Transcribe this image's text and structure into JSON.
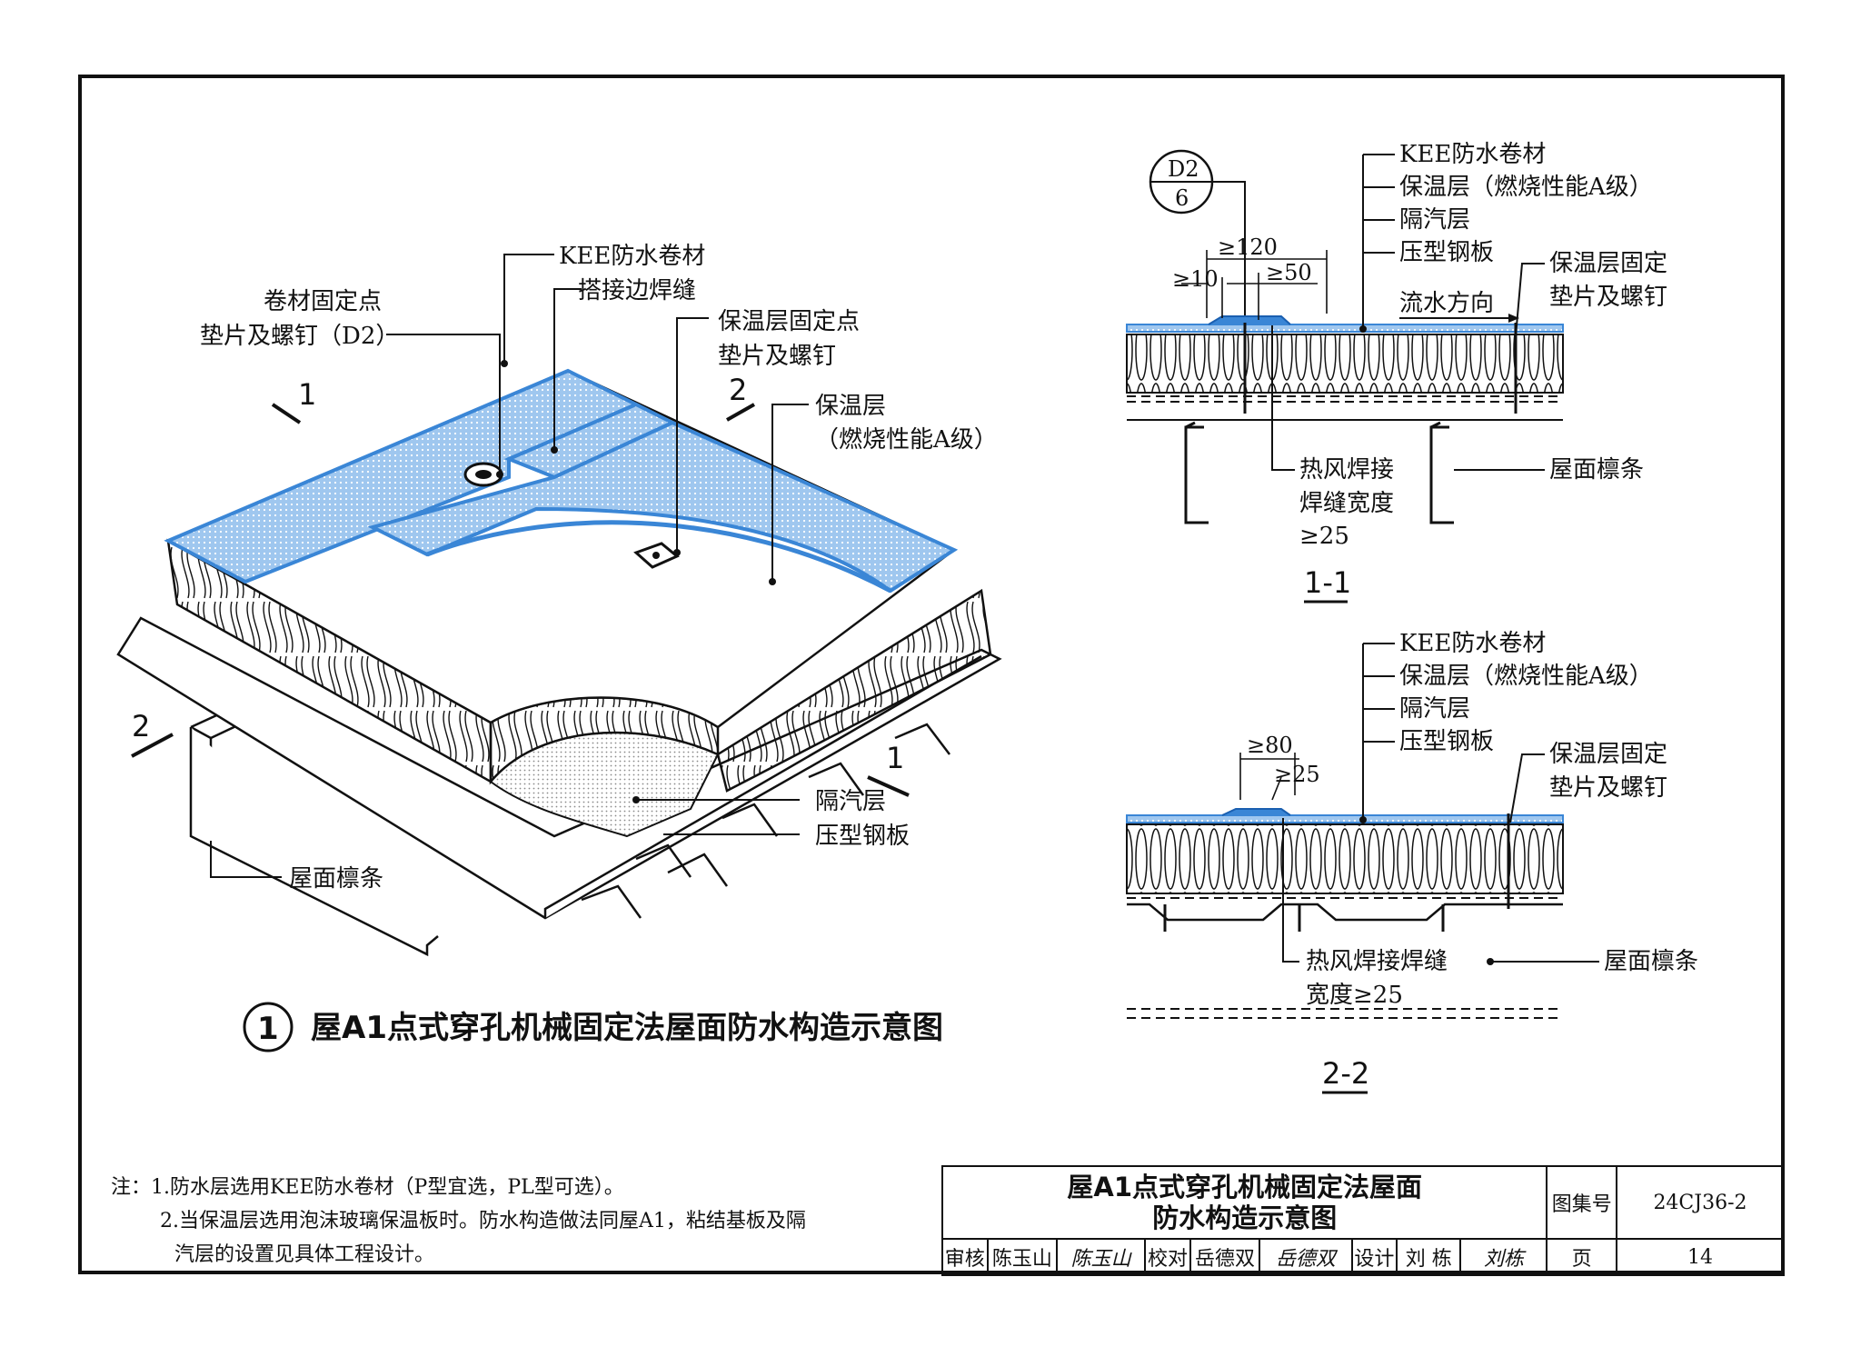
{
  "iso": {
    "labels": {
      "kee": "KEE防水卷材",
      "weld_seam": "搭接边焊缝",
      "fix_point_l1": "卷材固定点",
      "fix_point_l2": "垫片及螺钉（D2）",
      "ins_fix_l1": "保温层固定点",
      "ins_fix_l2": "垫片及螺钉",
      "insulation_l1": "保温层",
      "insulation_l2": "（燃烧性能A级）",
      "vapor": "隔汽层",
      "deck": "压型钢板",
      "purlin": "屋面檩条"
    },
    "cut_marks": [
      "1",
      "2",
      "2",
      "1"
    ],
    "caption_number": "1",
    "caption": "屋A1点式穿孔机械固定法屋面防水构造示意图"
  },
  "sec1": {
    "ref_top": "D2",
    "ref_bottom": "6",
    "dim_120": "≥120",
    "dim_10": "≥10",
    "dim_50": "≥50",
    "layers": [
      "KEE防水卷材",
      "保温层（燃烧性能A级）",
      "隔汽层",
      "压型钢板"
    ],
    "flow": "流水方向",
    "ins_fix_l1": "保温层固定",
    "ins_fix_l2": "垫片及螺钉",
    "hot_weld_l1": "热风焊接",
    "hot_weld_l2": "焊缝宽度",
    "hot_weld_l3": "≥25",
    "purlin": "屋面檩条",
    "title": "1-1"
  },
  "sec2": {
    "dim_80": "≥80",
    "dim_25": "≥25",
    "layers": [
      "KEE防水卷材",
      "保温层（燃烧性能A级）",
      "隔汽层",
      "压型钢板"
    ],
    "ins_fix_l1": "保温层固定",
    "ins_fix_l2": "垫片及螺钉",
    "hot_weld_l1": "热风焊接焊缝",
    "hot_weld_l2": "宽度≥25",
    "purlin": "屋面檩条",
    "title": "2-2"
  },
  "notes": {
    "line1": "注：1.防水层选用KEE防水卷材（P型宜选，PL型可选）。",
    "line2": "2.当保温层选用泡沫玻璃保温板时。防水构造做法同屋A1，粘结基板及隔",
    "line3": "汽层的设置见具体工程设计。"
  },
  "title_block": {
    "title_l1": "屋A1点式穿孔机械固定法屋面",
    "title_l2": "防水构造示意图",
    "atlas_label": "图集号",
    "atlas_no": "24CJ36-2",
    "page_label": "页",
    "page_no": "14",
    "review_label": "审核",
    "review_name": "陈玉山",
    "review_sig": "陈玉山",
    "check_label": "校对",
    "check_name": "岳德双",
    "check_sig": "岳德双",
    "design_label": "设计",
    "design_name": "刘 栋",
    "design_sig": "刘栋"
  },
  "colors": {
    "membrane": "#3a86d6",
    "membrane_light": "#a9cdf0",
    "line": "#111111"
  }
}
